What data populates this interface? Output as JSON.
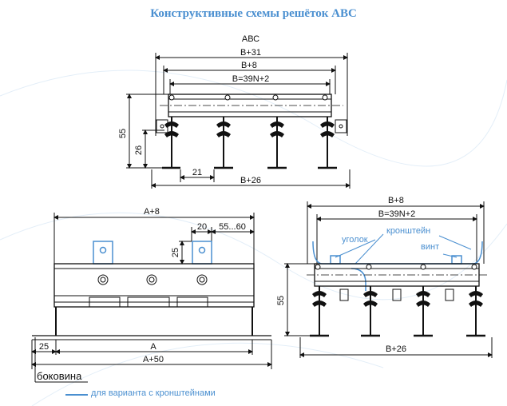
{
  "title": "Конструктивные схемы решёток  АВС",
  "top_view": {
    "model": "АВС",
    "dim_b31": "B+31",
    "dim_b8": "B+8",
    "dim_b39": "B=39N+2",
    "dim_55": "55",
    "dim_26": "26",
    "dim_21": "21",
    "dim_b26": "B+26"
  },
  "side_view": {
    "dim_a8": "A+8",
    "dim_20": "20",
    "dim_55_60": "55...60",
    "dim_25_vert": "25",
    "dim_25": "25",
    "dim_a": "A",
    "dim_a50": "A+50",
    "label_side": "боковина"
  },
  "bracket_view": {
    "dim_b8": "B+8",
    "dim_b39": "B=39N+2",
    "label_corner": "уголок",
    "label_bracket": "кронштейн",
    "label_screw": "винт",
    "dim_55": "55",
    "dim_b26": "B+26"
  },
  "legend": {
    "text": "для варианта с кронштейнами",
    "color": "#4a8fd0"
  }
}
